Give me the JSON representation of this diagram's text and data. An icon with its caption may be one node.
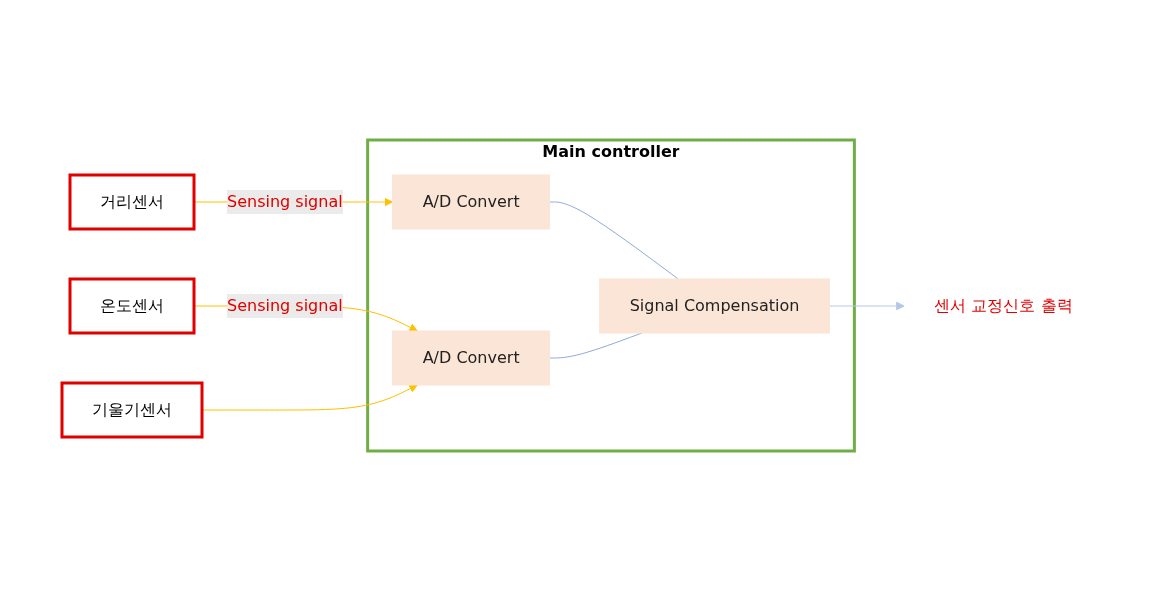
{
  "diagram": {
    "nodes": [
      {
        "text": [
          "Main controller"
        ]
      },
      {
        "text": [
          "거리센서"
        ]
      },
      {
        "text": [
          "온도센서"
        ]
      },
      {
        "text": [
          "기울기센서"
        ]
      },
      {
        "text": [
          "A/D Convert"
        ],
        "in": 0
      },
      {
        "text": [
          "A/D Convert"
        ],
        "in": 0
      },
      {
        "text": [
          "Signal Compensation"
        ],
        "in": 0
      },
      {
        "text": [
          "센서 교정신호 출력"
        ]
      }
    ],
    "edges": [
      {
        "from": 1,
        "to": 4,
        "arrow": "to",
        "label": "Sensing signal",
        "color": "#ffc000"
      },
      {
        "from": 2,
        "to": 5,
        "arrow": "to",
        "label": "Sensing signal",
        "color": "#ffc000"
      },
      {
        "from": 3,
        "to": 5,
        "arrow": "to",
        "color": "#ffc000"
      },
      {
        "from": 4,
        "to": 6,
        "arrow": "none",
        "color": "#8faadc"
      },
      {
        "from": 5,
        "to": 6,
        "arrow": "none",
        "color": "#8faadc"
      },
      {
        "from": 6,
        "to": 7,
        "arrow": "to",
        "color": "#b4c7e7"
      }
    ]
  }
}
